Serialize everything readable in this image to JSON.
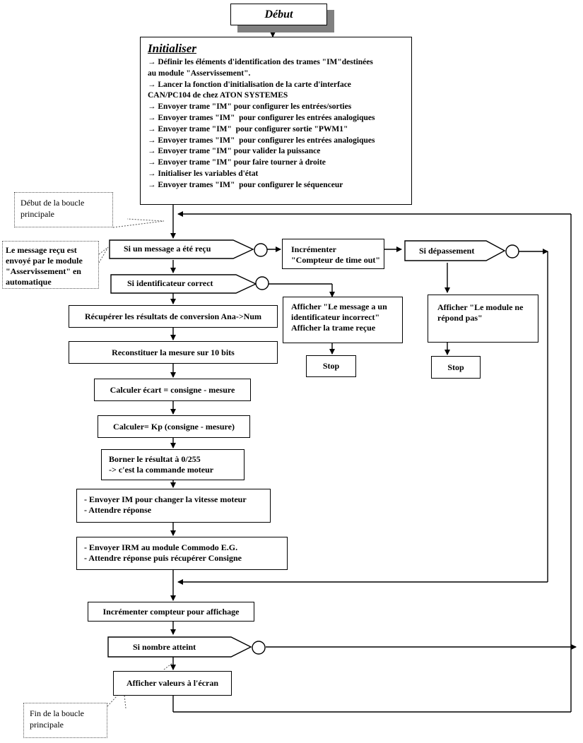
{
  "start": {
    "label": "Début"
  },
  "init": {
    "title": "Initialiser",
    "lines": [
      "→ Définir les éléments d'identification des trames \"IM\"destinées",
      "au module \"Asservissement\".",
      "→ Lancer la fonction d'initialisation de la carte d'interface",
      "CAN/PC104 de chez ATON SYSTEMES",
      "→ Envoyer trame \"IM\" pour configurer les entrées/sorties",
      "→ Envoyer trames \"IM\"  pour configurer les entrées analogiques",
      "→ Envoyer trame \"IM\"  pour configurer sortie \"PWM1\"",
      "→ Envoyer trames \"IM\"  pour configurer les entrées analogiques",
      "→ Envoyer trame \"IM\" pour valider la puissance",
      "→ Envoyer trame \"IM\" pour faire tourner à droite",
      "→ Initialiser les variables d'état",
      "→ Envoyer trames \"IM\"  pour configurer le séquenceur"
    ]
  },
  "notes": {
    "loop_start": [
      "Début de la boucle",
      "principale"
    ],
    "message": [
      "Le message reçu est",
      "envoyé par le module",
      "\"Asservissement\" en",
      "automatique"
    ],
    "loop_end": [
      "Fin de la boucle",
      "principale"
    ]
  },
  "decisions": {
    "message_received": "Si un message a été reçu",
    "identifier_ok": "Si identificateur correct",
    "overflow": "Si dépassement",
    "count_reached": "Si nombre atteint"
  },
  "steps": {
    "increment_timeout": [
      "Incrémenter",
      "\"Compteur de time out\""
    ],
    "show_bad_id": [
      "Afficher \"Le message a un",
      "identificateur  incorrect\"",
      "Afficher la trame reçue"
    ],
    "show_no_reply": [
      "Afficher \"Le module  ne",
      "répond pas\""
    ],
    "stop_1": "Stop",
    "stop_2": "Stop",
    "get_results": "Récupérer les résultats de conversion Ana->Num",
    "rebuild": "Reconstituer  la mesure sur 10 bits",
    "compute_error": "Calculer  écart = consigne - mesure",
    "compute_kp": "Calculer= Kp  (consigne - mesure)",
    "clamp": [
      "Borner le résultat à 0/255",
      "-> c'est la commande  moteur"
    ],
    "send_speed": [
      "- Envoyer  IM pour  changer la vitesse moteur",
      "- Attendre  réponse"
    ],
    "send_irm": [
      "- Envoyer  IRM au module  Commodo  E.G.",
      "- Attendre  réponse puis récupérer Consigne"
    ],
    "increment_display": "Incrémenter compteur pour  affichage",
    "display_values": "Afficher valeurs à l'écran"
  }
}
